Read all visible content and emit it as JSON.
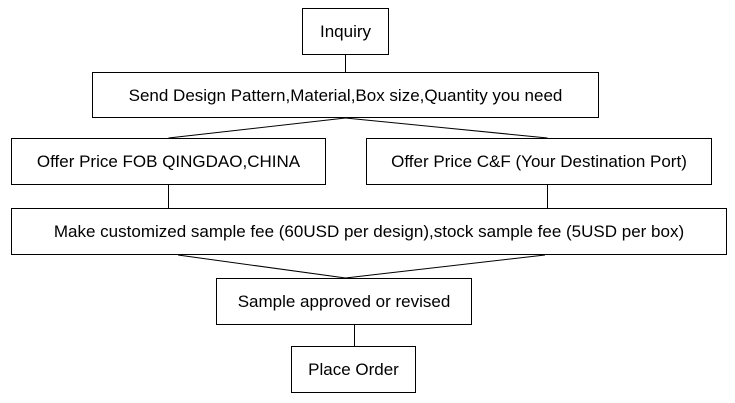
{
  "flowchart": {
    "steps": {
      "inquiry": "Inquiry",
      "send_design": "Send Design Pattern,Material,Box size,Quantity you need",
      "offer_fob": "Offer Price FOB QINGDAO,CHINA",
      "offer_cf": "Offer Price C&F (Your Destination Port)",
      "sample_fee": "Make customized sample fee (60USD per design),stock sample fee (5USD per box)",
      "sample_approved": "Sample approved or revised",
      "place_order": "Place Order"
    }
  }
}
